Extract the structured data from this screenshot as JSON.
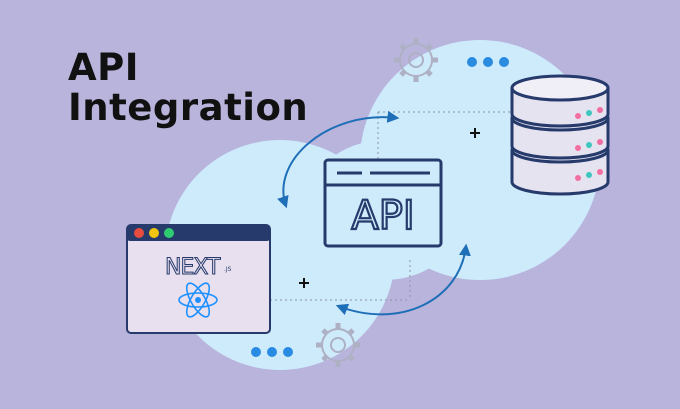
{
  "heading": {
    "line1": "API",
    "line2": "Integration"
  },
  "api_window": {
    "label": "API"
  },
  "browser_window": {
    "logo_text": "NEXT",
    "logo_suffix": ".JS",
    "control_dots": [
      "#e74c3c",
      "#f1c40f",
      "#2ecc71"
    ]
  },
  "icons": [
    "gear-icon",
    "database-icon",
    "react-atom-icon",
    "plus-icon",
    "arrow-icon",
    "dots-icon"
  ],
  "colors": {
    "background": "#b9b4dc",
    "blob": "#cdebfb",
    "navy": "#263a6b",
    "accent_blue": "#1f6fb8",
    "dots_blue": "#2a8be0",
    "react_blue": "#1e90ff",
    "pink": "#f06fa0",
    "teal": "#3cc7c0"
  }
}
